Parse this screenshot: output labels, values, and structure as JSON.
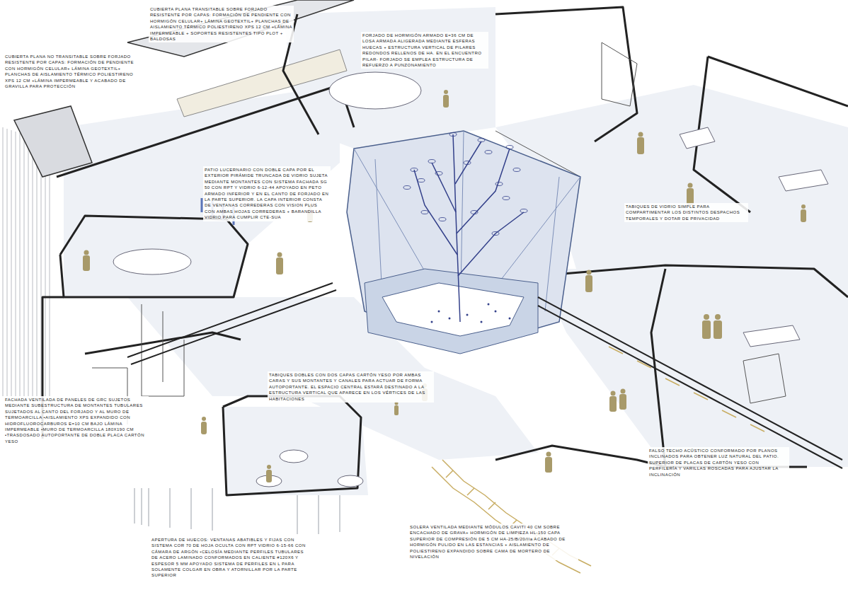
{
  "diagram": {
    "labels": [
      "CUBIERTA PLANA TRANSITABLE SOBRE FORJADO RESISTENTE POR CAPAS: FORMACIÓN DE PENDIENTE CON HORMIGÓN CELULAR+ LÁMINA GEOTEXTIL+ PLANCHAS DE AISLAMIENTO TÉRMICO POLIESTIRENO XPS 12 CM +LÁMINA IMPERMEABLE + SOPORTES RESISTENTES TIPO PLOT + BALDOSAS",
      "CUBIERTA PLANA NO TRANSITABLE SOBRE FORJADO RESISTENTE POR CAPAS: FORMACIÓN DE PENDIENTE CON HORMIGÓN CELULAR+ LÁMINA GEOTEXTIL+ PLANCHAS DE AISLAMIENTO TÉRMICO POLIESTIRENO XPS 12 CM +LÁMINA IMPERMEABLE Y ACABADO DE GRAVILLA PARA PROTECCIÓN",
      "FORJADO DE HORMIGÓN ARMADO E=36 CM DE LOSA ARMADA ALIGERADA MEDIANTE ESFERAS HUECAS + ESTRUCTURA VERTICAL DE PILARES REDONDOS RELLENOS DE HA. EN EL ENCUENTRO PILAR- FORJADO SE EMPLEA ESTRUCTURA DE REFUERZO A PUNZONAMIENTO",
      "PATIO LUCERNARIO CON DOBLE CAPA POR EL EXTERIOR PIRÁMIDE TRUNCADA DE VIDRIO SUJETA MEDIANTE MONTANTES CON SISTEMA FACHADA SG 50 CON RPT Y VIDRIO 6-12-44 APOYADO EN PETO ARMADO INFERIOR Y EN EL CANTO DE FORJADO EN LA PARTE SUPERIOR. LA CAPA INTERIOR CONSTA DE VENTANAS CORREDERAS CON VISION PLUS CON AMBAS HOJAS CORREDERAS + BARANDILLA VIDRIO PARA CUMPLIR CTE-SUA",
      "TABIQUES DE VIDRIO SIMPLE PARA COMPARTIMENTAR LOS DISTINTOS DESPACHOS TEMPORALES Y DOTAR DE PRIVACIDAD",
      "TABIQUES DOBLES CON DOS CAPAS CARTÓN YESO POR AMBAS CARAS Y SUS MONTANTES Y CANALES PARA ACTUAR DE FORMA AUTOPORTANTE. EL ESPACIO CENTRAL ESTARÁ DESTINADO A LA ESTRUCTURA VERTICAL QUE APARECE EN LOS VÉRTICES DE LAS HABITACIONES",
      "FACHADA VENTILADA DE PANELES DE GRC SUJETOS MEDIANTE SUBESTRUCTURA DE MONTANTES TUBULARES SUJETADOS AL CANTO DEL FORJADO Y AL MURO DE TERMOARCILLA •AISLAMIENTO XPS EXPANDIDO CON HIDROFLUOROCARBUROS E=10 CM BAJO LÁMINA IMPERMEABLE •MURO DE TERMOARCILLA 180X190 CM •TRASDOSADO AUTOPORTANTE DE DOBLE PLACA CARTÓN YESO",
      "FALSO TECHO ACÚSTICO CONFORMADO POR PLANOS INCLINADOS PARA OBTENER LUZ NATURAL DEL PATIO. SUPERIOR DE PLACAS DE CARTÓN YESO CON PERFILERÍA Y VARILLAS ROSCADAS PARA AJUSTAR LA INCLINACIÓN",
      "APERTURA DE HUECOS: VENTANAS ABATIBLES Y FIJAS CON SISTEMA COR 70 DE HOJA OCULTA CON RPT VIDRIO 6-15-66 CON CÁMARA DE ARGÓN •CELOSÍA MEDIANTE PERFILES TUBULARES DE ACERO LAMINADO CONFORMADOS EN CALIENTE #120X6 Y ESPESOR 5 MM APOYADO SISTEMA DE PERFILES EN L PARA SOLAMENTE COLGAR EN OBRA Y ATORNILLAR POR LA PARTE SUPERIOR",
      "SOLERA VENTILADA MEDIANTE MÓDULOS CAVITI 40 CM SOBRE ENCACHADO DE GRAVA+ HORMIGÓN DE LIMPIEZA HL-150 CAPA SUPERIOR DE COMPRESIÓN DE 5 CM HA-25/B/20/IIa ACABADO DE HORMIGÓN PULIDO EN LAS ESTANCIAS + AISLAMIENTO DE POLIESTIRENO EXPANDIDO SOBRE CAMA DE MORTERO DE NIVELACIÓN"
    ]
  }
}
